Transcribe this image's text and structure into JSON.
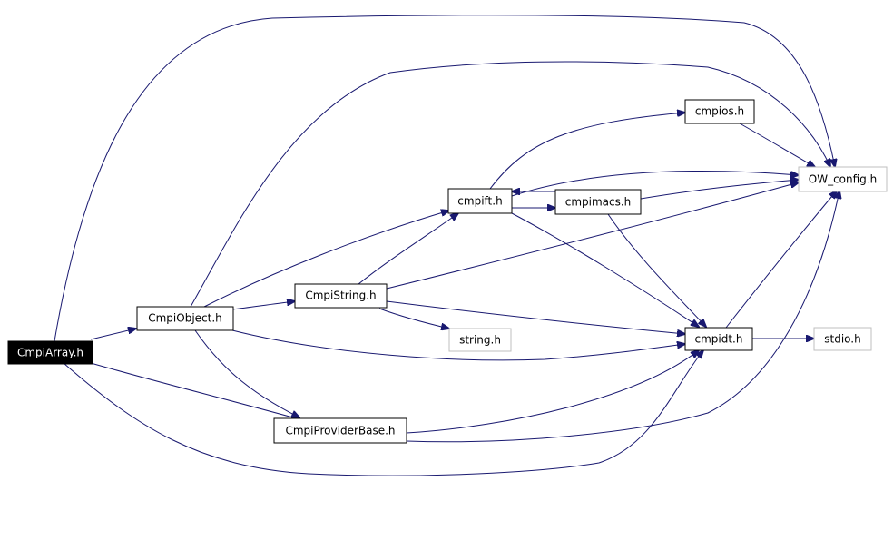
{
  "colors": {
    "edge": "#191970",
    "node_border": "#000000",
    "external_border": "#bfbfbf",
    "root_fill": "#000000",
    "root_text": "#ffffff",
    "node_fill": "#ffffff",
    "node_text": "#000000"
  },
  "nodes": {
    "cmpiarray": {
      "label": "CmpiArray.h",
      "kind": "root"
    },
    "cmpiobject": {
      "label": "CmpiObject.h",
      "kind": "internal"
    },
    "cmpistring": {
      "label": "CmpiString.h",
      "kind": "internal"
    },
    "cmpift": {
      "label": "cmpift.h",
      "kind": "internal"
    },
    "cmpimacs": {
      "label": "cmpimacs.h",
      "kind": "internal"
    },
    "cmpios": {
      "label": "cmpios.h",
      "kind": "internal"
    },
    "ow_config": {
      "label": "OW_config.h",
      "kind": "external"
    },
    "string_h": {
      "label": "string.h",
      "kind": "external"
    },
    "cmpidt": {
      "label": "cmpidt.h",
      "kind": "internal"
    },
    "stdio_h": {
      "label": "stdio.h",
      "kind": "external"
    },
    "cmpiproviderbase": {
      "label": "CmpiProviderBase.h",
      "kind": "internal"
    }
  },
  "edges": [
    [
      "cmpiarray",
      "cmpiobject"
    ],
    [
      "cmpiarray",
      "ow_config"
    ],
    [
      "cmpiarray",
      "cmpiproviderbase"
    ],
    [
      "cmpiarray",
      "cmpidt"
    ],
    [
      "cmpiobject",
      "cmpift"
    ],
    [
      "cmpiobject",
      "cmpistring"
    ],
    [
      "cmpiobject",
      "ow_config"
    ],
    [
      "cmpiobject",
      "cmpidt"
    ],
    [
      "cmpiobject",
      "cmpiproviderbase"
    ],
    [
      "cmpistring",
      "cmpift"
    ],
    [
      "cmpistring",
      "string_h"
    ],
    [
      "cmpistring",
      "cmpidt"
    ],
    [
      "cmpistring",
      "ow_config"
    ],
    [
      "cmpift",
      "cmpios"
    ],
    [
      "cmpift",
      "cmpimacs"
    ],
    [
      "cmpift",
      "ow_config"
    ],
    [
      "cmpift",
      "cmpidt"
    ],
    [
      "cmpimacs",
      "cmpift"
    ],
    [
      "cmpimacs",
      "ow_config"
    ],
    [
      "cmpimacs",
      "cmpidt"
    ],
    [
      "cmpios",
      "ow_config"
    ],
    [
      "cmpidt",
      "ow_config"
    ],
    [
      "cmpidt",
      "stdio_h"
    ],
    [
      "cmpiproviderbase",
      "cmpidt"
    ],
    [
      "cmpiproviderbase",
      "ow_config"
    ]
  ]
}
